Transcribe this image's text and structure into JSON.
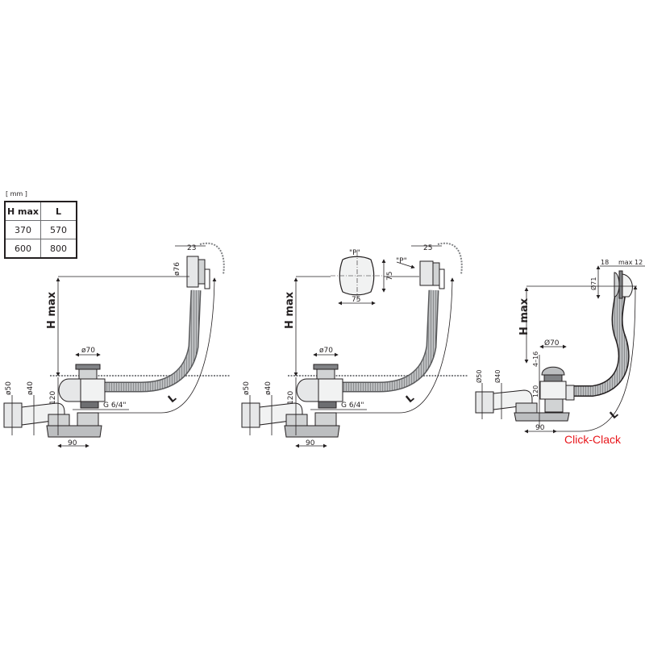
{
  "table": {
    "unit": "[ mm ]",
    "headers": [
      "H max",
      "L"
    ],
    "rows": [
      [
        "370",
        "570"
      ],
      [
        "600",
        "800"
      ]
    ]
  },
  "diagrams": [
    {
      "name": "standard-drain",
      "labels": {
        "hmax": "H max",
        "d70": "ø70",
        "d76": "ø76",
        "w23": "23",
        "h120": "120",
        "d50": "ø50",
        "d40": "ø40",
        "w90": "90",
        "thread": "G 6/4\"",
        "length": "L"
      }
    },
    {
      "name": "drain-with-p-cap",
      "labels": {
        "hmax": "H max",
        "d70": "ø70",
        "w25": "25",
        "p_top": "\"P\"",
        "p_side": "\"P\"",
        "cap_w": "75",
        "cap_h": "75",
        "h120": "120",
        "d50": "ø50",
        "d40": "ø40",
        "w90": "90",
        "thread": "G 6/4\"",
        "length": "L"
      }
    },
    {
      "name": "click-clack-drain",
      "labels": {
        "hmax": "H max",
        "d70": "Ø70",
        "d71": "Ø71",
        "w18": "18",
        "max12": "max 12",
        "range": "4–16",
        "h120": "120",
        "d50": "Ø50",
        "d40": "Ø40",
        "w90": "90",
        "length": "L"
      },
      "caption": "Click-Clack",
      "caption_color": "#e8161b"
    }
  ]
}
